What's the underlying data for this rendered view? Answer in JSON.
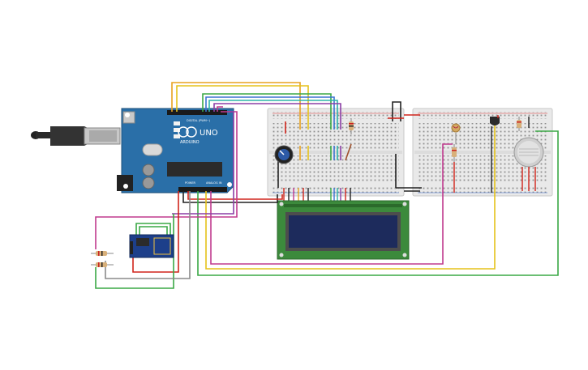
{
  "arduino": {
    "brand": "ARDUINO",
    "model": "UNO",
    "digital_label": "DIGITAL (PWM~)",
    "power_label": "POWER",
    "analog_label": "ANALOG IN",
    "board_color": "#2a6fa8"
  },
  "components": {
    "lcd": {
      "name": "16x2 LCD",
      "screen_color": "#1d2b5c",
      "frame_color": "#3c8a3c"
    },
    "potentiometer": {
      "name": "Potentiometer"
    },
    "esp8266": {
      "name": "ESP8266 WiFi module"
    },
    "temperature_sensor": {
      "name": "Temperature sensor"
    },
    "gas_sensor": {
      "name": "Gas sensor"
    },
    "photoresistor": {
      "name": "Photoresistor"
    }
  },
  "wire_colors": {
    "red": "#d0241b",
    "black": "#222222",
    "green": "#3aa845",
    "orange": "#e8a21f",
    "purple": "#8c3fa6",
    "magenta": "#c03a8e",
    "blue": "#3b73d1",
    "teal": "#2db3a8",
    "yellow": "#e5c21a",
    "gray": "#8a8a8a",
    "brown": "#a0522d"
  }
}
